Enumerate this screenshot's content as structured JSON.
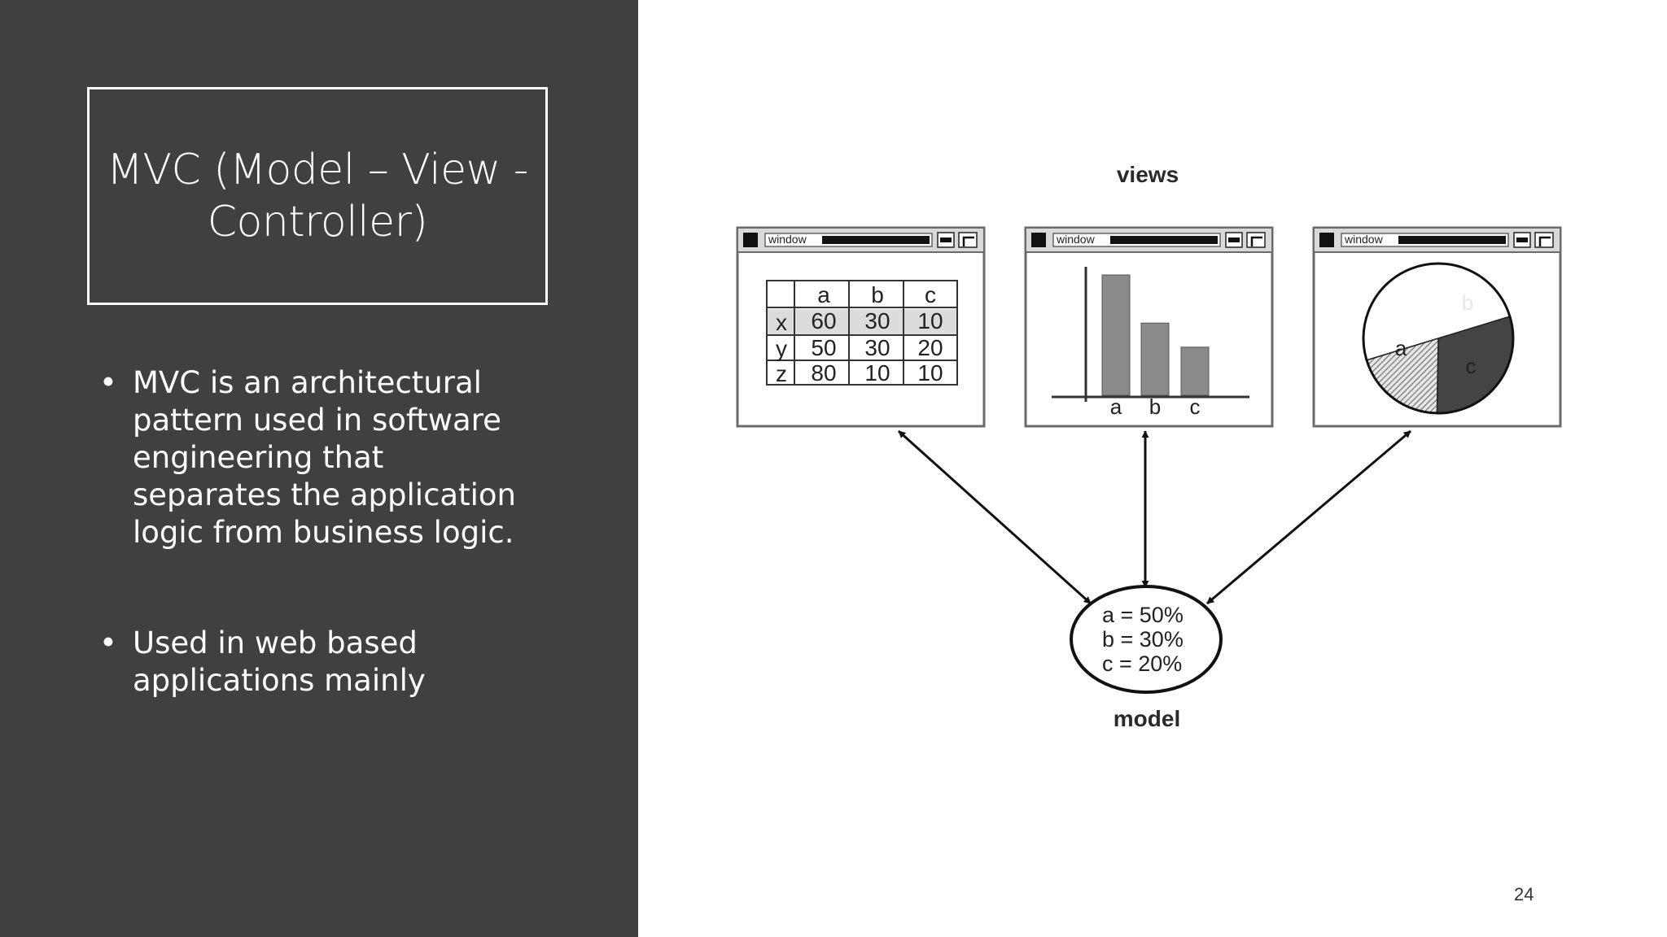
{
  "slide": {
    "title": "MVC  (Model – View -\nController)",
    "bullets": [
      "MVC is an architectural pattern used in software engineering that separates the application logic from business logic.",
      "Used in web based applications mainly"
    ],
    "page_number": "24"
  },
  "diagram": {
    "views_label": "views",
    "model_label": "model",
    "window_title": "window",
    "table": {
      "columns": [
        "a",
        "b",
        "c"
      ],
      "rows": [
        {
          "label": "x",
          "values": [
            "60",
            "30",
            "10"
          ]
        },
        {
          "label": "y",
          "values": [
            "50",
            "30",
            "20"
          ]
        },
        {
          "label": "z",
          "values": [
            "80",
            "10",
            "10"
          ]
        }
      ]
    },
    "bar": {
      "categories": [
        "a",
        "b",
        "c"
      ],
      "values": [
        50,
        30,
        20
      ]
    },
    "pie": {
      "labels": [
        "a",
        "b",
        "c"
      ],
      "values": [
        50,
        30,
        20
      ]
    },
    "model_lines": [
      "a = 50%",
      "b = 30%",
      "c = 20%"
    ]
  }
}
